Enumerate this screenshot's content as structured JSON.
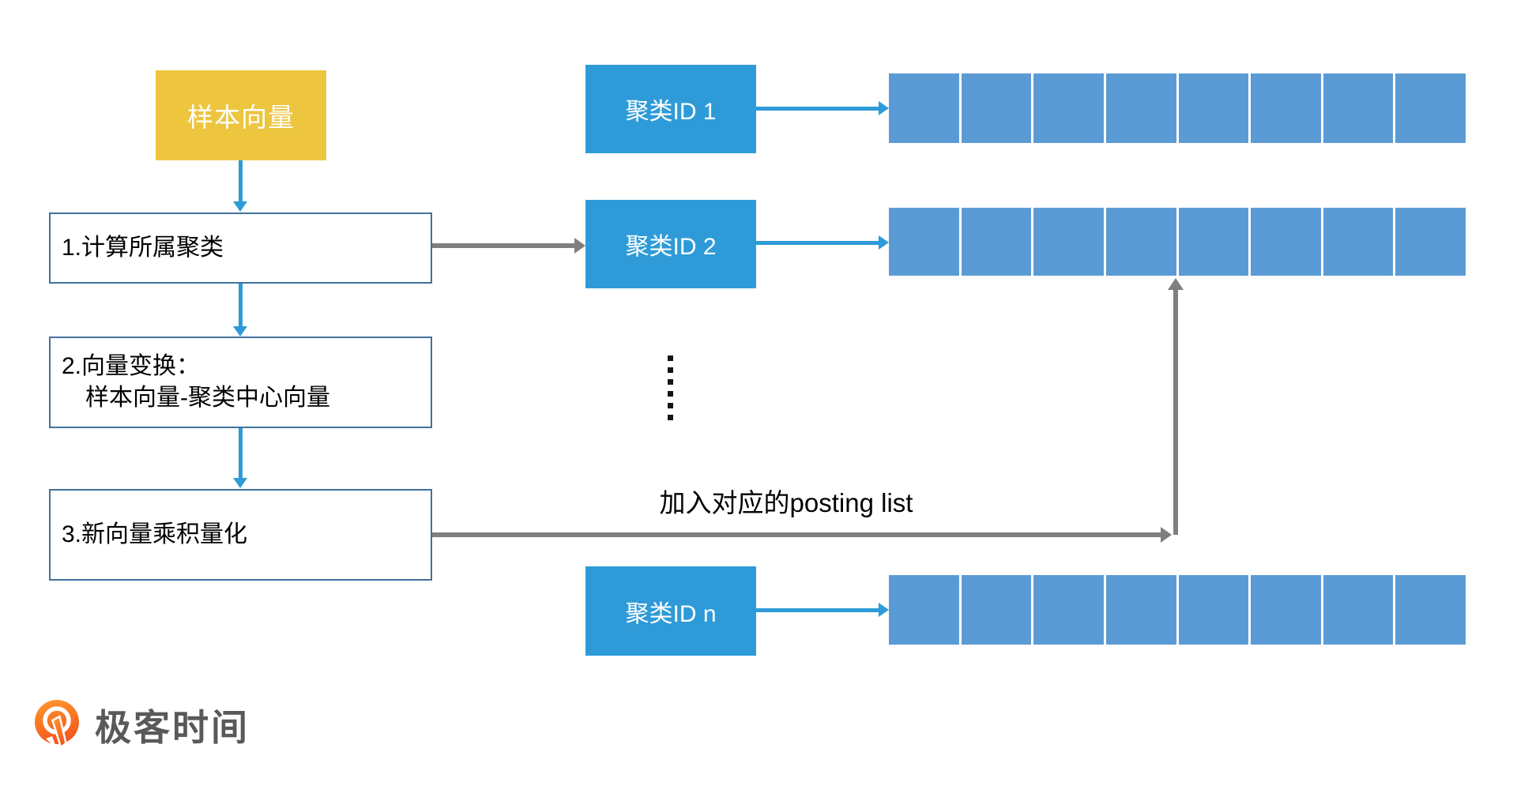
{
  "flow": {
    "input_label": "样本向量",
    "step1_label": "1.计算所属聚类",
    "step2_line1": "2.向量变换：",
    "step2_line2": "样本向量-聚类中心向量",
    "step3_label": "3.新向量乘积量化"
  },
  "clusters": {
    "row1": {
      "label": "聚类ID 1",
      "cell_count": 8
    },
    "row2": {
      "label": "聚类ID 2",
      "cell_count": 8
    },
    "rown": {
      "label": "聚类ID n",
      "cell_count": 8
    }
  },
  "ellipsis": {
    "dot_count": 6
  },
  "annotation": {
    "posting_list_label": "加入对应的posting list"
  },
  "branding": {
    "logo_text": "极客时间"
  },
  "colors": {
    "cluster_box_blue": "#2E9BD8",
    "cell_blue": "#5B9BD5",
    "arrow_blue": "#2E9BD8",
    "arrow_grey": "#7F7F7F",
    "input_yellow": "#EDC53F",
    "step_border_blue": "#41719C",
    "logo_orange": "#F4581F",
    "logo_text_grey": "#595959"
  }
}
